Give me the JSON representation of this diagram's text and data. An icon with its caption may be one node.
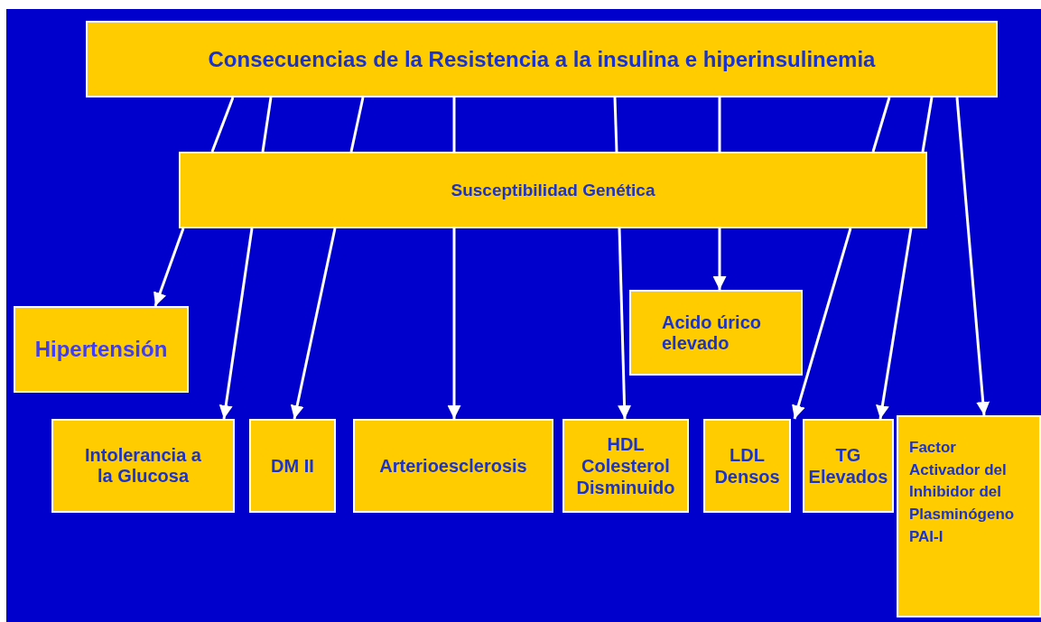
{
  "diagram": {
    "nodes": [
      {
        "text": [
          "Consecuencias de la Resistencia a la insulina e hiperinsulinemia"
        ]
      },
      {
        "text": [
          "Susceptibilidad Genética"
        ]
      },
      {
        "text": [
          "Hipertensión"
        ]
      },
      {
        "text": [
          "Acido úrico elevado"
        ]
      },
      {
        "text": [
          "Intolerancia a la Glucosa"
        ]
      },
      {
        "text": [
          "DM II"
        ]
      },
      {
        "text": [
          "Arterioesclerosis"
        ]
      },
      {
        "text": [
          "HDL Colesterol Disminuido"
        ]
      },
      {
        "text": [
          "LDL Densos"
        ]
      },
      {
        "text": [
          "TG Elevados"
        ]
      },
      {
        "text": [
          "Factor Activador del Inhibidor del Plasminógeno PAI-I"
        ]
      }
    ],
    "edges": [
      {
        "from": 0,
        "to": 1,
        "arrow": "none"
      },
      {
        "from": 0,
        "to": 1,
        "arrow": "none"
      },
      {
        "from": 0,
        "to": 1,
        "arrow": "none"
      },
      {
        "from": 0,
        "to": 1,
        "arrow": "none"
      },
      {
        "from": 0,
        "to": 1,
        "arrow": "none"
      },
      {
        "from": 0,
        "to": 1,
        "arrow": "none"
      },
      {
        "from": 0,
        "to": 1,
        "arrow": "none"
      },
      {
        "from": 0,
        "to": 1,
        "arrow": "none"
      },
      {
        "from": 1,
        "to": 2,
        "arrow": "to"
      },
      {
        "from": 1,
        "to": 4,
        "arrow": "to"
      },
      {
        "from": 1,
        "to": 5,
        "arrow": "to"
      },
      {
        "from": 1,
        "to": 6,
        "arrow": "to"
      },
      {
        "from": 1,
        "to": 7,
        "arrow": "to"
      },
      {
        "from": 1,
        "to": 3,
        "arrow": "to"
      },
      {
        "from": 1,
        "to": 8,
        "arrow": "to"
      },
      {
        "from": 1,
        "to": 9,
        "arrow": "to"
      },
      {
        "from": 0,
        "to": 10,
        "arrow": "to"
      }
    ]
  }
}
